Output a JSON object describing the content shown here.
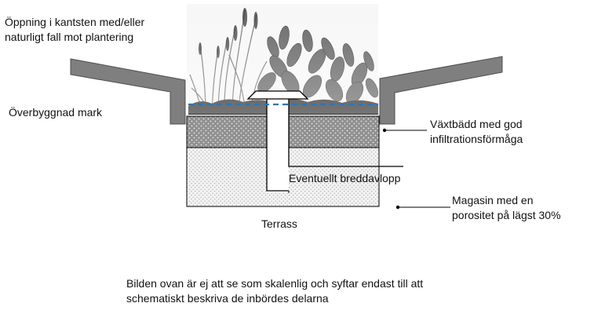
{
  "labels": {
    "opening": "Öppning i kantsten med/eller\nnaturligt fall mot plantering",
    "superstructure": "Överbyggnad mark",
    "plant_bed": "Växtbädd med god\ninfiltrationsförmåga",
    "overflow": "Eventuellt breddavlopp",
    "storage": "Magasin med en\nporositet på lägst 30%",
    "terrace": "Terrass"
  },
  "note": "Bilden ovan är ej att se som skalenlig och syftar endast till att\nschematiskt beskriva de inbördes delarna",
  "colors": {
    "ground_fill": "#7f7f7f",
    "ground_stroke": "#4d4d4d",
    "water_line": "#2e75b6",
    "plant_bed_fill": "#909090",
    "storage_fill": "#efefef",
    "dot_dark": "#e8e8e8",
    "dot_light": "#9a9a9a",
    "outline": "#000000"
  }
}
